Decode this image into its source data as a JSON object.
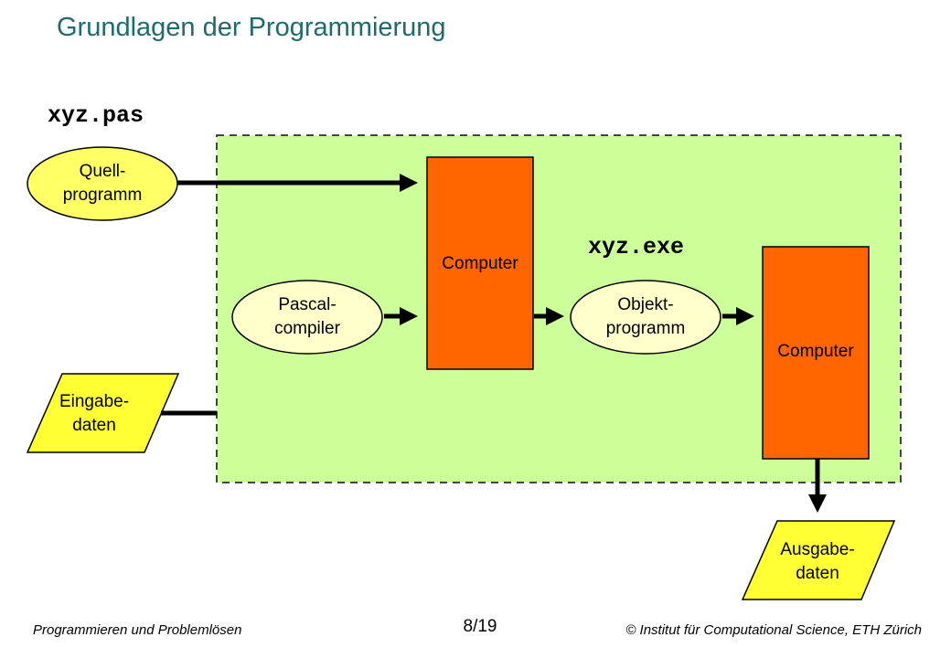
{
  "title": "Grundlagen der Programmierung",
  "labels": {
    "source_file": "xyz.pas",
    "exe_file": "xyz.exe"
  },
  "nodes": {
    "quellprogramm": {
      "line1": "Quell-",
      "line2": "programm"
    },
    "pascal_compiler": {
      "line1": "Pascal-",
      "line2": "compiler"
    },
    "computer_1": "Computer",
    "objektprogramm": {
      "line1": "Objekt-",
      "line2": "programm"
    },
    "computer_2": "Computer",
    "eingabedaten": {
      "line1": "Eingabe-",
      "line2": "daten"
    },
    "ausgabedaten": {
      "line1": "Ausgabe-",
      "line2": "daten"
    }
  },
  "footer": {
    "left": "Programmieren und Problemlösen",
    "page": "8/19",
    "right": "© Institut für Computational Science, ETH Zürich"
  },
  "colors": {
    "title": "#1f6b6b",
    "region_fill": "#ccff99",
    "ellipse_fill": "#ffff66",
    "computer_fill": "#ff6600",
    "parallelogram_fill": "#ffff33"
  }
}
